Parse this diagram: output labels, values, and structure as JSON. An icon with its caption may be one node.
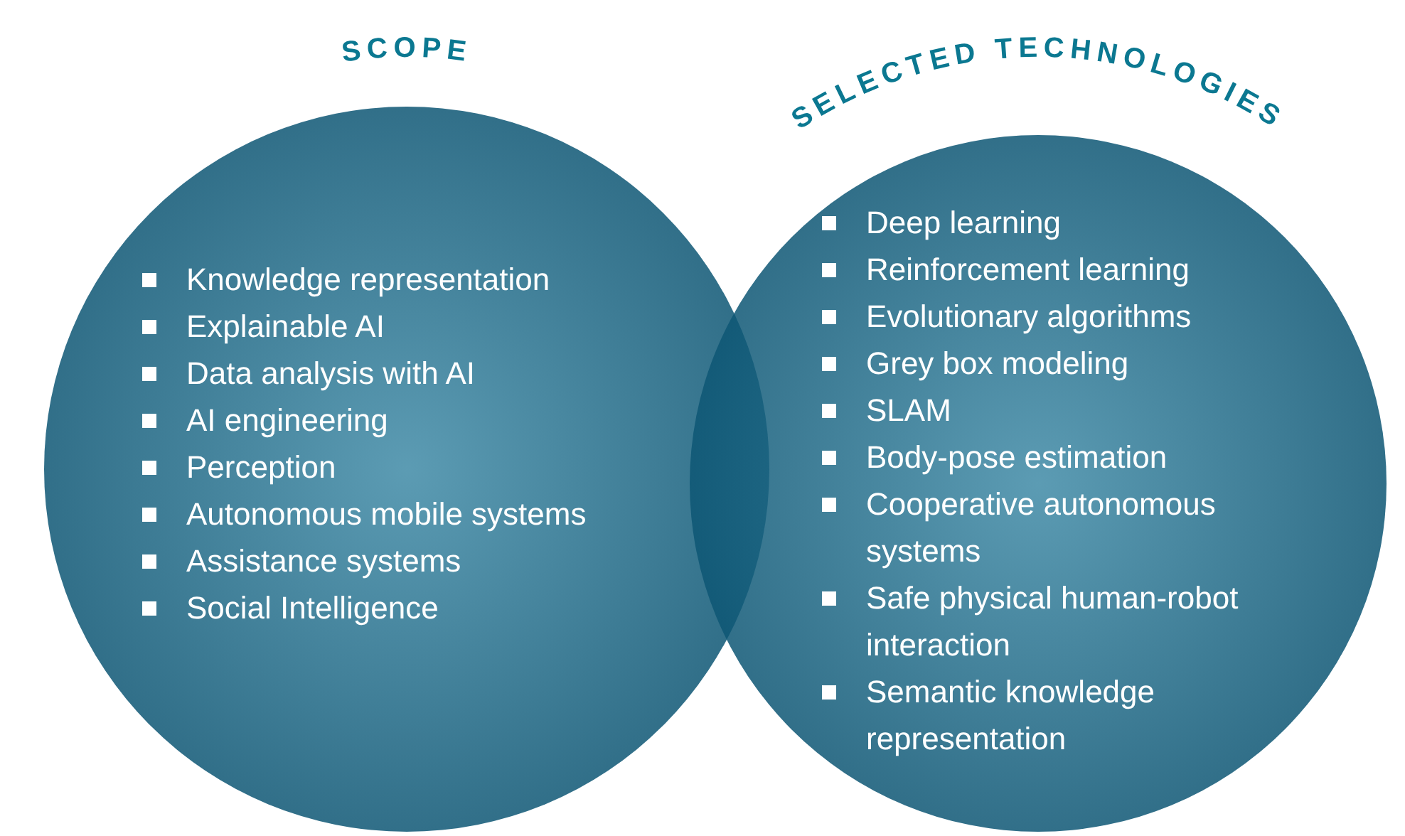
{
  "diagram": {
    "nodes": [
      {
        "text": [
          "SCOPE",
          "Knowledge representation",
          "Explainable AI",
          "Data analysis with AI",
          "AI engineering",
          "Perception",
          "Autonomous mobile systems",
          "Assistance systems",
          "Social Intelligence"
        ]
      },
      {
        "text": [
          "SELECTED TECHNOLOGIES",
          "Deep learning",
          "Reinforcement learning",
          "Evolutionary algorithms",
          "Grey box modeling",
          "SLAM",
          "Body-pose estimation",
          "Cooperative autonomous systems",
          "Safe physical human-robot interaction",
          "Semantic knowledge representation"
        ]
      }
    ]
  }
}
